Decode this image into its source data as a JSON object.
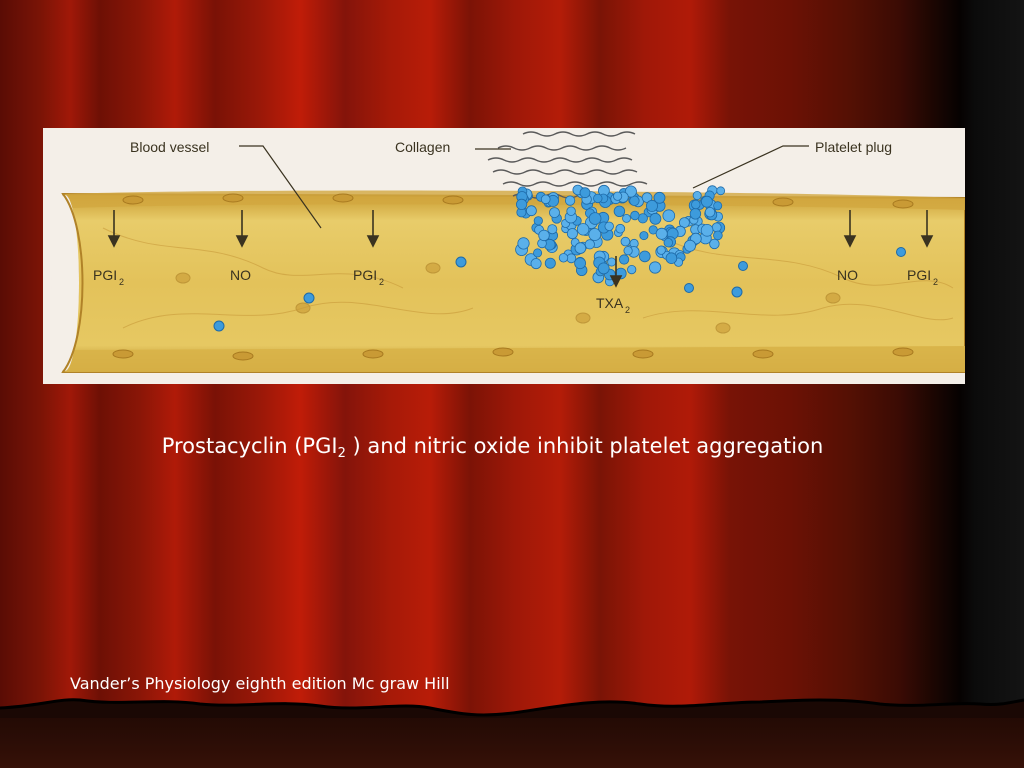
{
  "diagram": {
    "labels": {
      "blood_vessel": "Blood vessel",
      "collagen": "Collagen",
      "platelet_plug": "Platelet plug",
      "pgi2_left": "PGI",
      "no_left": "NO",
      "pgi2_mid": "PGI",
      "txa2": "TXA",
      "no_right": "NO",
      "pgi2_right": "PGI",
      "subscript": "2"
    },
    "colors": {
      "vessel_fill": "#e3c25a",
      "vessel_edge": "#c89a30",
      "platelet": "#3d9bdc",
      "background": "#f4efe8"
    }
  },
  "caption": {
    "before": "Prostacyclin (PGI",
    "sub": "2",
    "after": " ) and nitric oxide inhibit platelet aggregation"
  },
  "credit": "Vander’s Physiology eighth edition Mc graw Hill"
}
